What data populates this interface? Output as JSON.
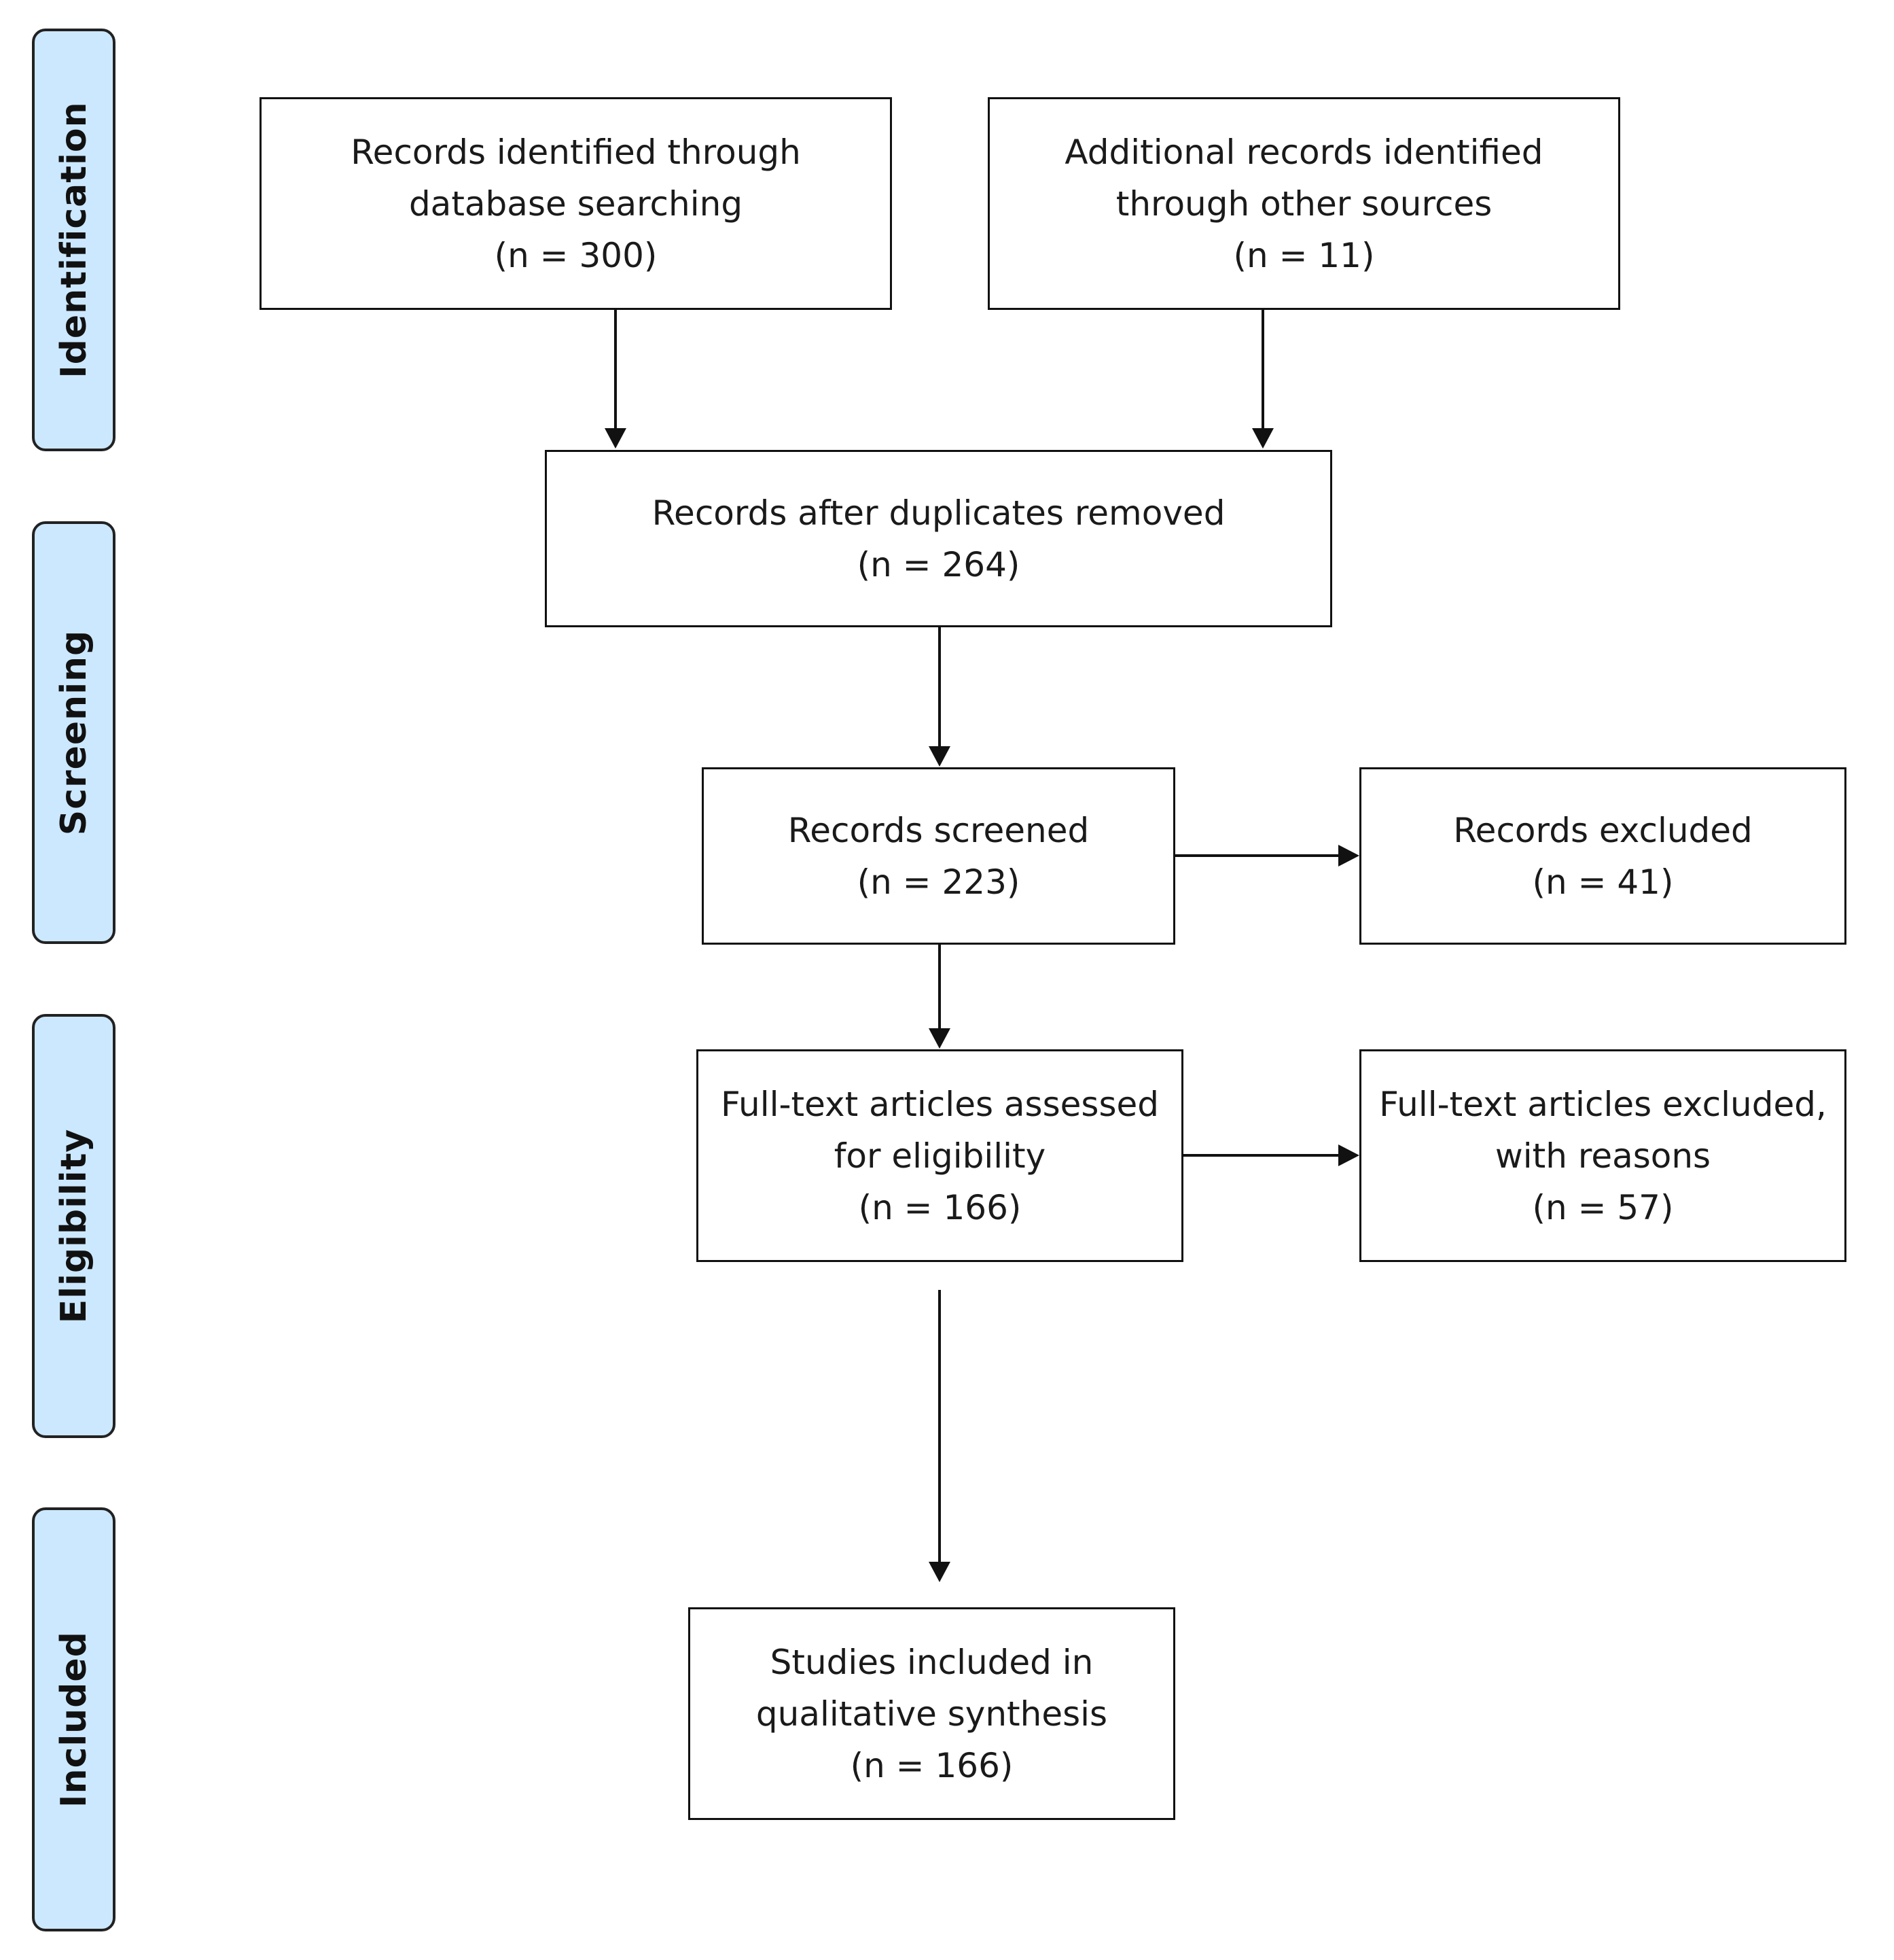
{
  "stages": [
    {
      "id": "identification",
      "label": "Identification"
    },
    {
      "id": "screening",
      "label": "Screening"
    },
    {
      "id": "eligibility",
      "label": "Eligibility"
    },
    {
      "id": "included",
      "label": "Included"
    }
  ],
  "boxes": {
    "database_records": {
      "line1": "Records identified through",
      "line2": "database searching",
      "count": "(n = 300)"
    },
    "other_sources": {
      "line1": "Additional records identified",
      "line2": "through other sources",
      "count": "(n = 11)"
    },
    "duplicates_removed": {
      "line1": "Records after duplicates removed",
      "count": "(n = 264)"
    },
    "records_screened": {
      "line1": "Records screened",
      "count": "(n = 223)"
    },
    "records_excluded": {
      "line1": "Records excluded",
      "count": "(n = 41)"
    },
    "fulltext_assessed": {
      "line1": "Full-text articles assessed",
      "line2": "for eligibility",
      "count": "(n = 166)"
    },
    "fulltext_excluded": {
      "line1": "Full-text articles excluded,",
      "line2": "with reasons",
      "count": "(n = 57)"
    },
    "studies_included": {
      "line1": "Studies included in",
      "line2": "qualitative synthesis",
      "count": "(n = 166)"
    }
  },
  "colors": {
    "stage_fill": "#cce8ff",
    "stroke": "#111111"
  }
}
